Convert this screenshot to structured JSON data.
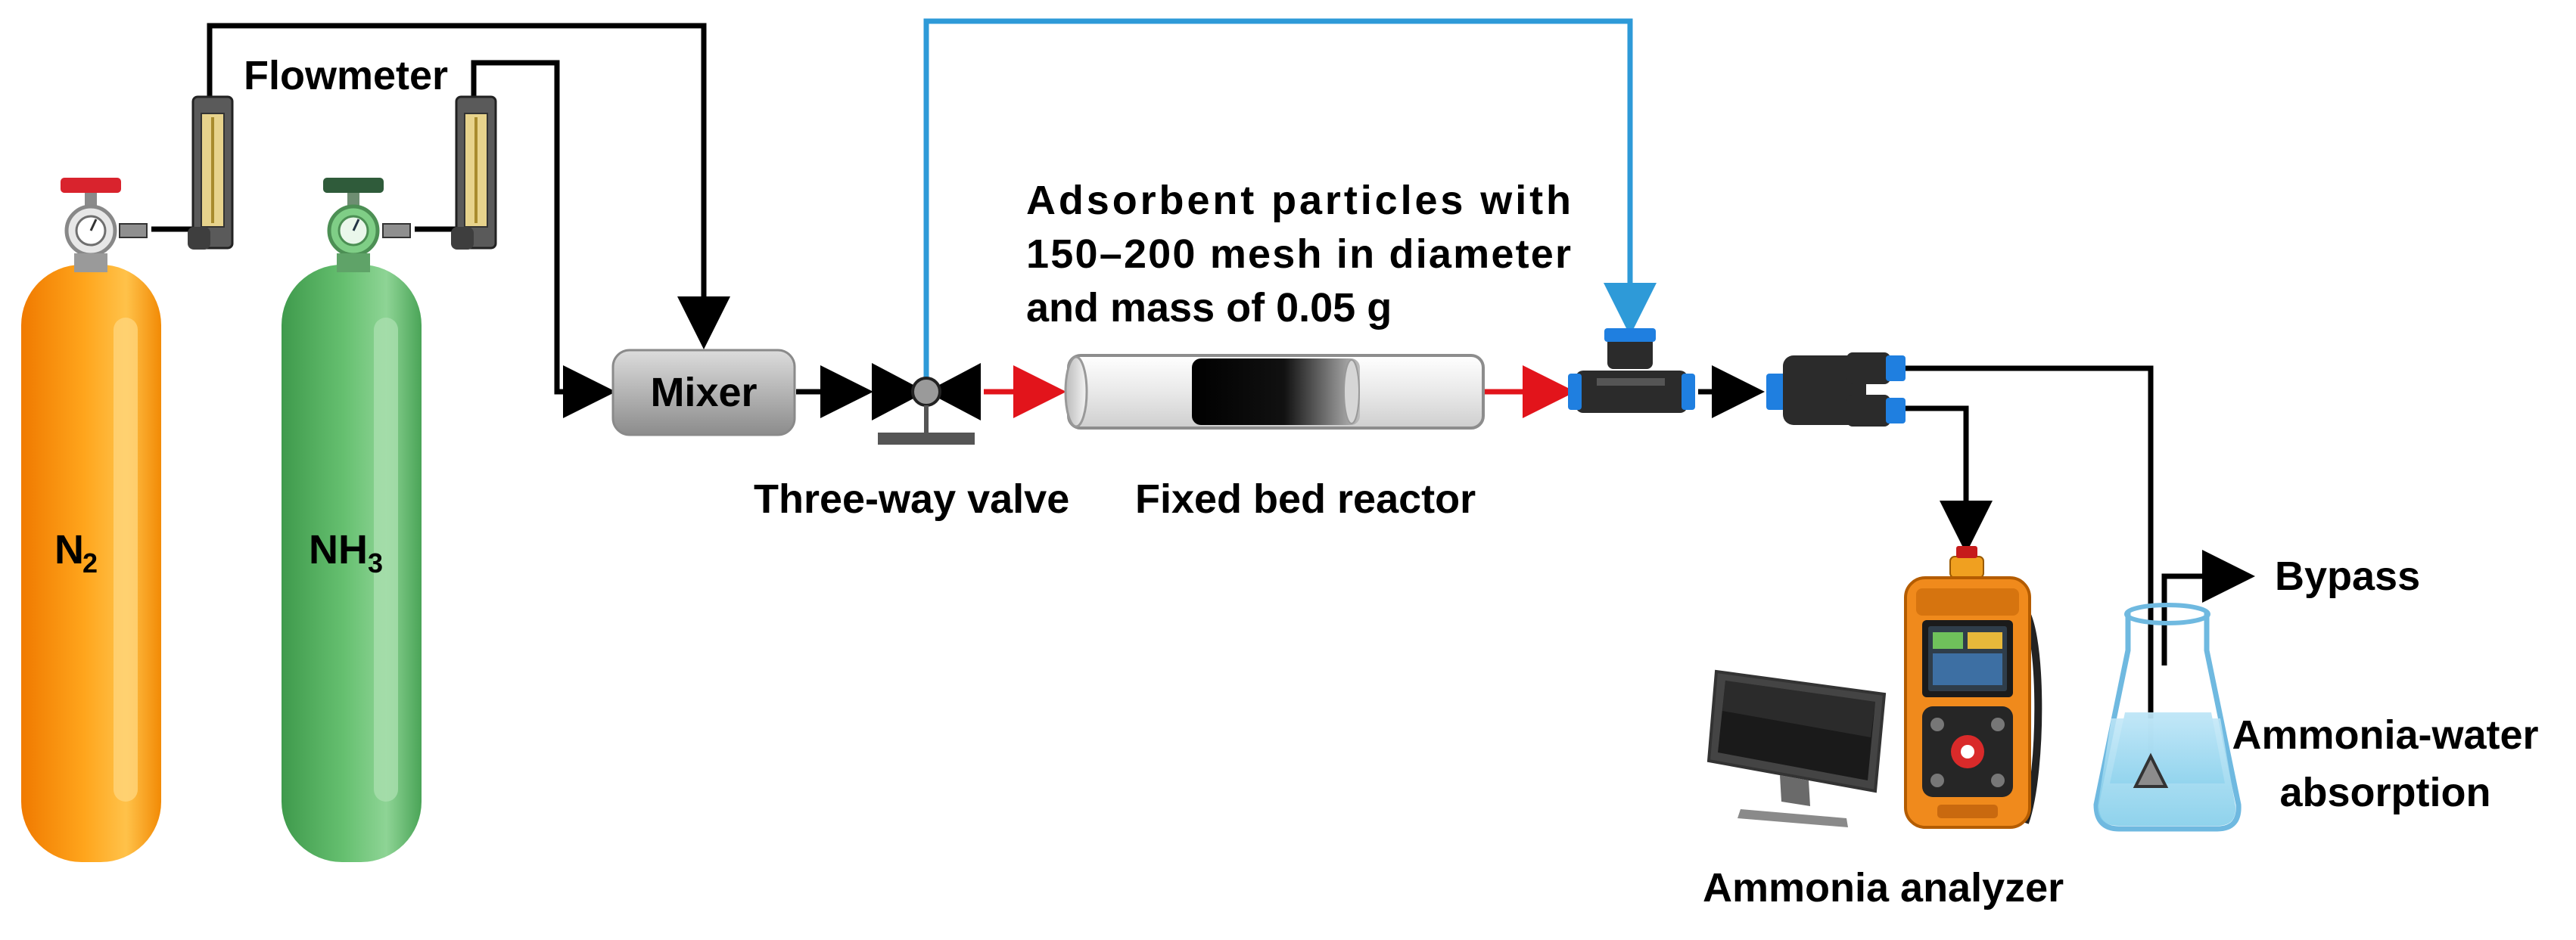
{
  "labels": {
    "flowmeter": "Flowmeter",
    "n2": "N",
    "n2_sub": "2",
    "nh3": "NH",
    "nh3_sub": "3",
    "mixer": "Mixer",
    "three_way_valve": "Three-way valve",
    "fixed_bed_reactor": "Fixed bed reactor",
    "adsorbent_line1": "Adsorbent   particles   with",
    "adsorbent_line2": "150–200 mesh in diameter",
    "adsorbent_line3": "and mass of 0.05 g",
    "bypass": "Bypass",
    "absorption_line1": "Ammonia-water",
    "absorption_line2": "absorption",
    "ammonia_analyzer": "Ammonia analyzer"
  },
  "colors": {
    "line": "#000000",
    "reaction_flow": "#e2141b",
    "bypass_flow": "#2e9ad8",
    "n2_cylinder": "#ff9d0a",
    "nh3_cylinder": "#5fb86a",
    "n2_handle": "#d9232d",
    "nh3_handle": "#2f5b3a",
    "analyzer_body": "#f08a1c",
    "fitting_blue": "#1f7fe0"
  },
  "icons": [
    "gas-cylinder-icon",
    "pressure-gauge-icon",
    "flowmeter-icon",
    "mixer-icon",
    "valve-icon",
    "reactor-tube-icon",
    "tee-fitting-icon",
    "monitor-icon",
    "gas-analyzer-icon",
    "flask-icon"
  ]
}
